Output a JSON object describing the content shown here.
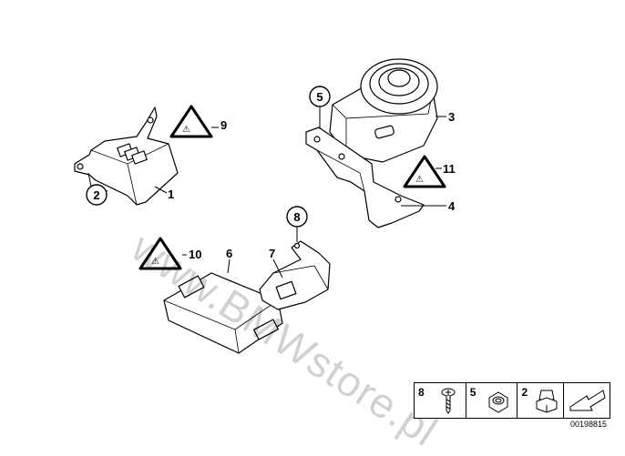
{
  "watermark": "www.BMWstore.pl",
  "document_number": "00198815",
  "callouts": {
    "c1": "1",
    "c2": "2",
    "c3": "3",
    "c4": "4",
    "c5": "5",
    "c6": "6",
    "c7": "7",
    "c8": "8",
    "c9": "9",
    "c10": "10",
    "c11": "11"
  },
  "legend": {
    "cell1": "8",
    "cell2": "5",
    "cell3": "2"
  }
}
